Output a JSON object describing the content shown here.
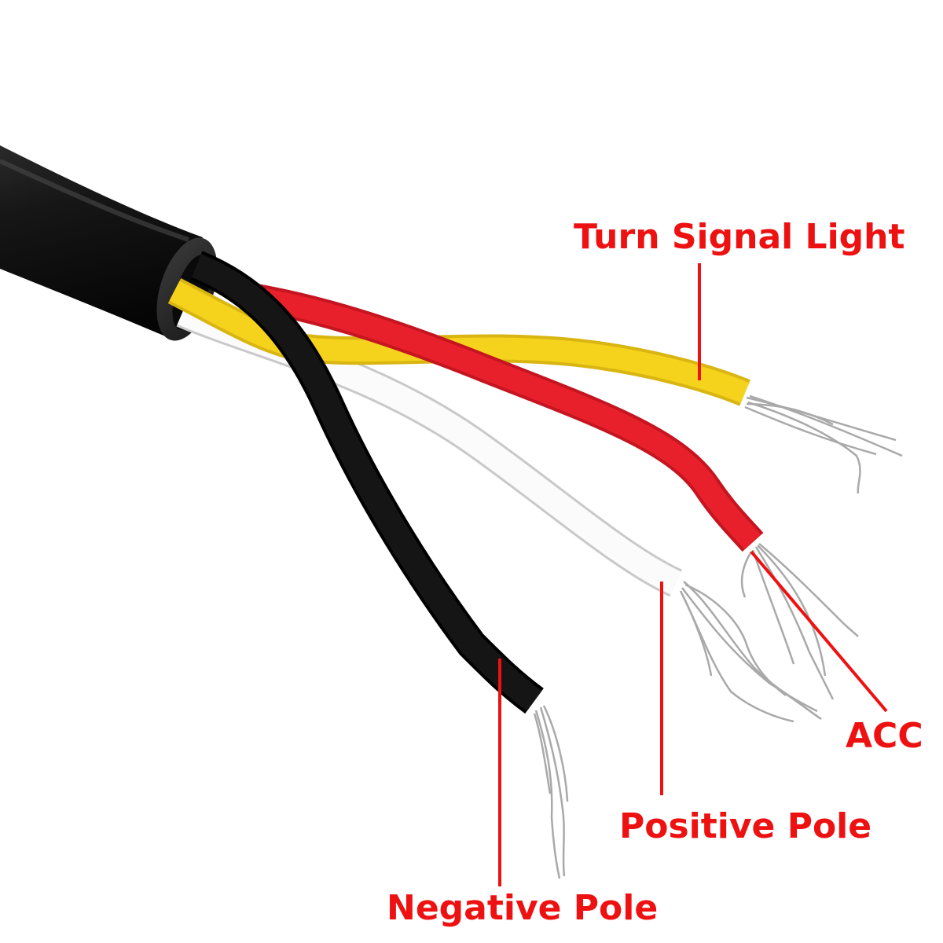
{
  "colors": {
    "label": "#ee1111",
    "jacket": "#141414",
    "wire_black": "#151515",
    "wire_red": "#e8202b",
    "wire_yellow": "#f5d21c",
    "wire_white": "#fbfbfb",
    "copper_strands": "#a9a9a9"
  },
  "labels": {
    "turn_signal": "Turn Signal Light",
    "acc": "ACC",
    "positive": "Positive Pole",
    "negative": "Negative Pole"
  },
  "wires": [
    {
      "id": "yellow",
      "color_name": "yellow",
      "label_ref": "turn_signal"
    },
    {
      "id": "red",
      "color_name": "red",
      "label_ref": "acc"
    },
    {
      "id": "white",
      "color_name": "white",
      "label_ref": "positive"
    },
    {
      "id": "black",
      "color_name": "black",
      "label_ref": "negative"
    }
  ]
}
